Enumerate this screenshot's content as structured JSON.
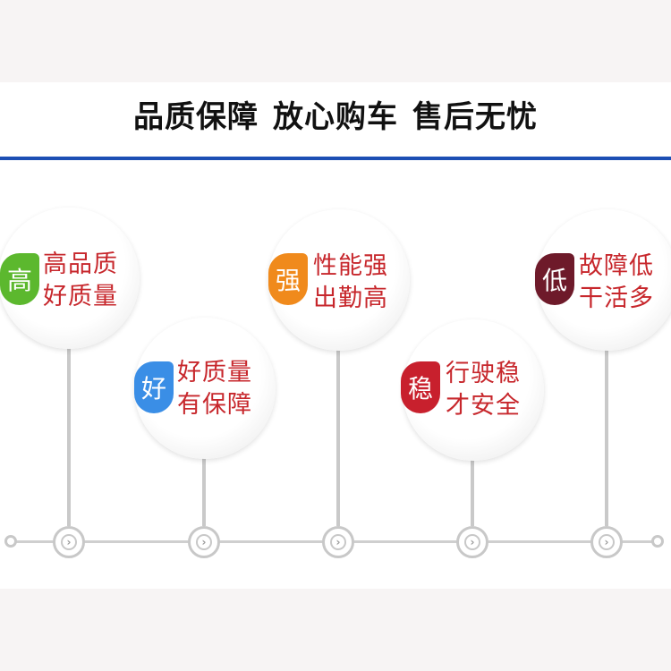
{
  "headline": {
    "part1": "品质保障",
    "part2": "放心购车",
    "part3": "售后无忧"
  },
  "colors": {
    "rule": "#1d4fb4",
    "text": "#c7272c",
    "green": "#5cb82e",
    "blue": "#3a8ee6",
    "orange": "#f08a1c",
    "red": "#c8202d",
    "maroon": "#6e1a2a"
  },
  "features": [
    {
      "badge": "高",
      "line1": "高品质",
      "line2": "好质量",
      "color": "#5cb82e"
    },
    {
      "badge": "好",
      "line1": "好质量",
      "line2": "有保障",
      "color": "#3a8ee6"
    },
    {
      "badge": "强",
      "line1": "性能强",
      "line2": "出勤高",
      "color": "#f08a1c"
    },
    {
      "badge": "稳",
      "line1": "行驶稳",
      "line2": "才安全",
      "color": "#c8202d"
    },
    {
      "badge": "低",
      "line1": "故障低",
      "line2": "干活多",
      "color": "#6e1a2a"
    }
  ],
  "timeline_nodes": [
    "chevron-right-icon",
    "chevron-right-icon",
    "chevron-right-icon",
    "chevron-right-icon",
    "chevron-right-icon"
  ]
}
